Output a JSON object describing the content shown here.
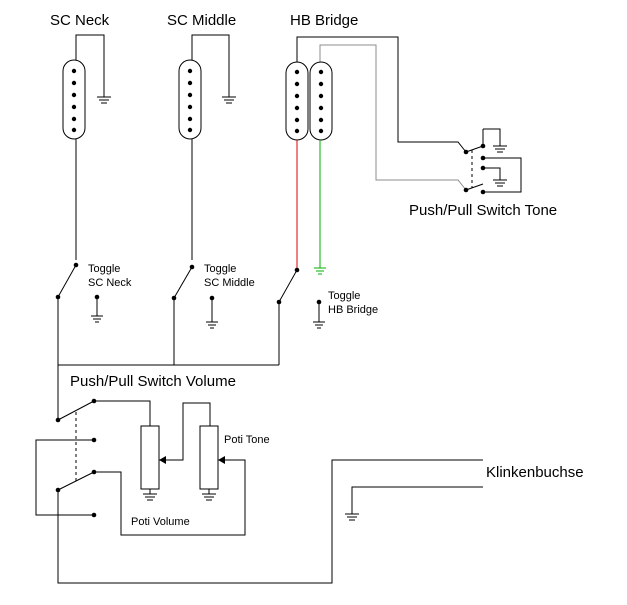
{
  "labels": {
    "sc_neck": "SC Neck",
    "sc_middle": "SC Middle",
    "hb_bridge": "HB Bridge",
    "push_pull_tone": "Push/Pull Switch Tone",
    "toggle_neck_1": "Toggle",
    "toggle_neck_2": "SC Neck",
    "toggle_middle_1": "Toggle",
    "toggle_middle_2": "SC Middle",
    "toggle_bridge_1": "Toggle",
    "toggle_bridge_2": "HB Bridge",
    "push_pull_volume": "Push/Pull Switch Volume",
    "poti_tone": "Poti Tone",
    "poti_volume": "Poti Volume",
    "jack": "Klinkenbuchse"
  },
  "colors": {
    "wire": "#000000",
    "wire_gray": "#8c8c8c",
    "wire_hot": "#e00000",
    "wire_ground": "#00b000"
  }
}
